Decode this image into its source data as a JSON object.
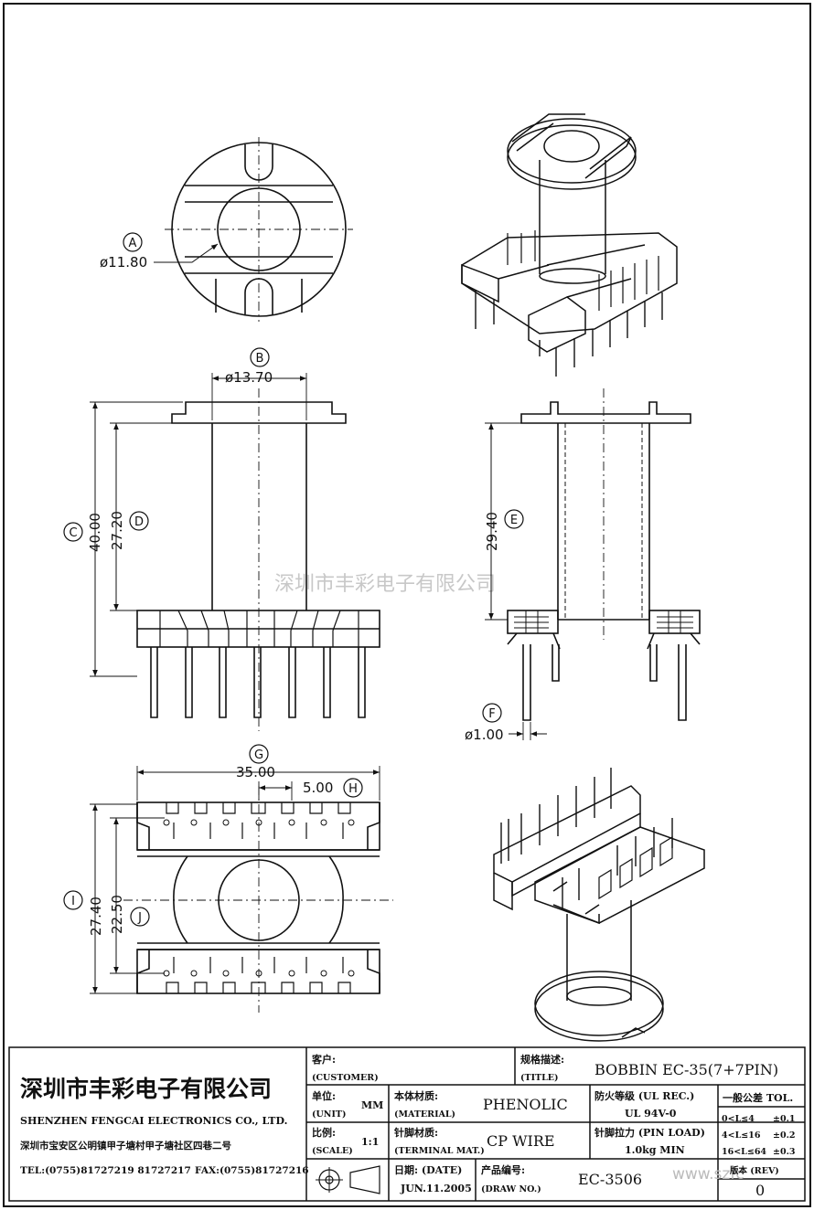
{
  "dimensions": {
    "A": {
      "badge": "A",
      "value": "ø11.80"
    },
    "B": {
      "badge": "B",
      "value": "ø13.70"
    },
    "C": {
      "badge": "C",
      "value": "40.00"
    },
    "D": {
      "badge": "D",
      "value": "27.20"
    },
    "E": {
      "badge": "E",
      "value": "29.40"
    },
    "F": {
      "badge": "F",
      "value": "ø1.00"
    },
    "G": {
      "badge": "G",
      "value": "35.00"
    },
    "H": {
      "badge": "H",
      "value": "5.00"
    },
    "I": {
      "badge": "I",
      "value": "27.40"
    },
    "J": {
      "badge": "J",
      "value": "22.50"
    }
  },
  "watermark": "深圳市丰彩电子有限公司",
  "title_block": {
    "company_cn": "深圳市丰彩电子有限公司",
    "company_en": "SHENZHEN FENGCAI ELECTRONICS CO., LTD.",
    "address": "深圳市宝安区公明镇甲子塘村甲子塘社区四巷二号",
    "tel": "TEL:(0755)81727219  81727217",
    "fax": "FAX:(0755)81727216",
    "customer_label": "客户:",
    "customer_label_en": "(CUSTOMER)",
    "unit_label": "单位:",
    "unit_label_en": "(UNIT)",
    "unit_value": "MM",
    "scale_label": "比例:",
    "scale_label_en": "(SCALE)",
    "scale_value": "1:1",
    "material_label": "本体材质:",
    "material_label_en": "(MATERIAL)",
    "material_value": "PHENOLIC",
    "terminal_label": "针脚材质:",
    "terminal_label_en": "(TERMINAL MAT.)",
    "terminal_value": "CP WIRE",
    "date_label": "日期: (DATE)",
    "date_value": "JUN.11.2005",
    "title_label": "规格描述:",
    "title_label_en": "(TITLE)",
    "title_value": "BOBBIN EC-35(7+7PIN)",
    "flame_label": "防火等级 (UL REC.)",
    "flame_value": "UL 94V-0",
    "pinload_label": "针脚拉力 (PIN LOAD)",
    "pinload_value": "1.0kg MIN",
    "drawno_label": "产品编号:",
    "drawno_label_en": "(DRAW NO.)",
    "drawno_value": "EC-3506",
    "tol_label": "一般公差 TOL.",
    "tol_rows": [
      {
        "range": "0<L≤4",
        "tol": "±0.1"
      },
      {
        "range": "4<L≤16",
        "tol": "±0.2"
      },
      {
        "range": "16<L≤64",
        "tol": "±0.3"
      }
    ],
    "rev_label": "版本 (REV)",
    "rev_value": "0",
    "site_watermark": "www.szfc"
  },
  "colors": {
    "line": "#111111",
    "watermark": "#c8c8c8"
  }
}
